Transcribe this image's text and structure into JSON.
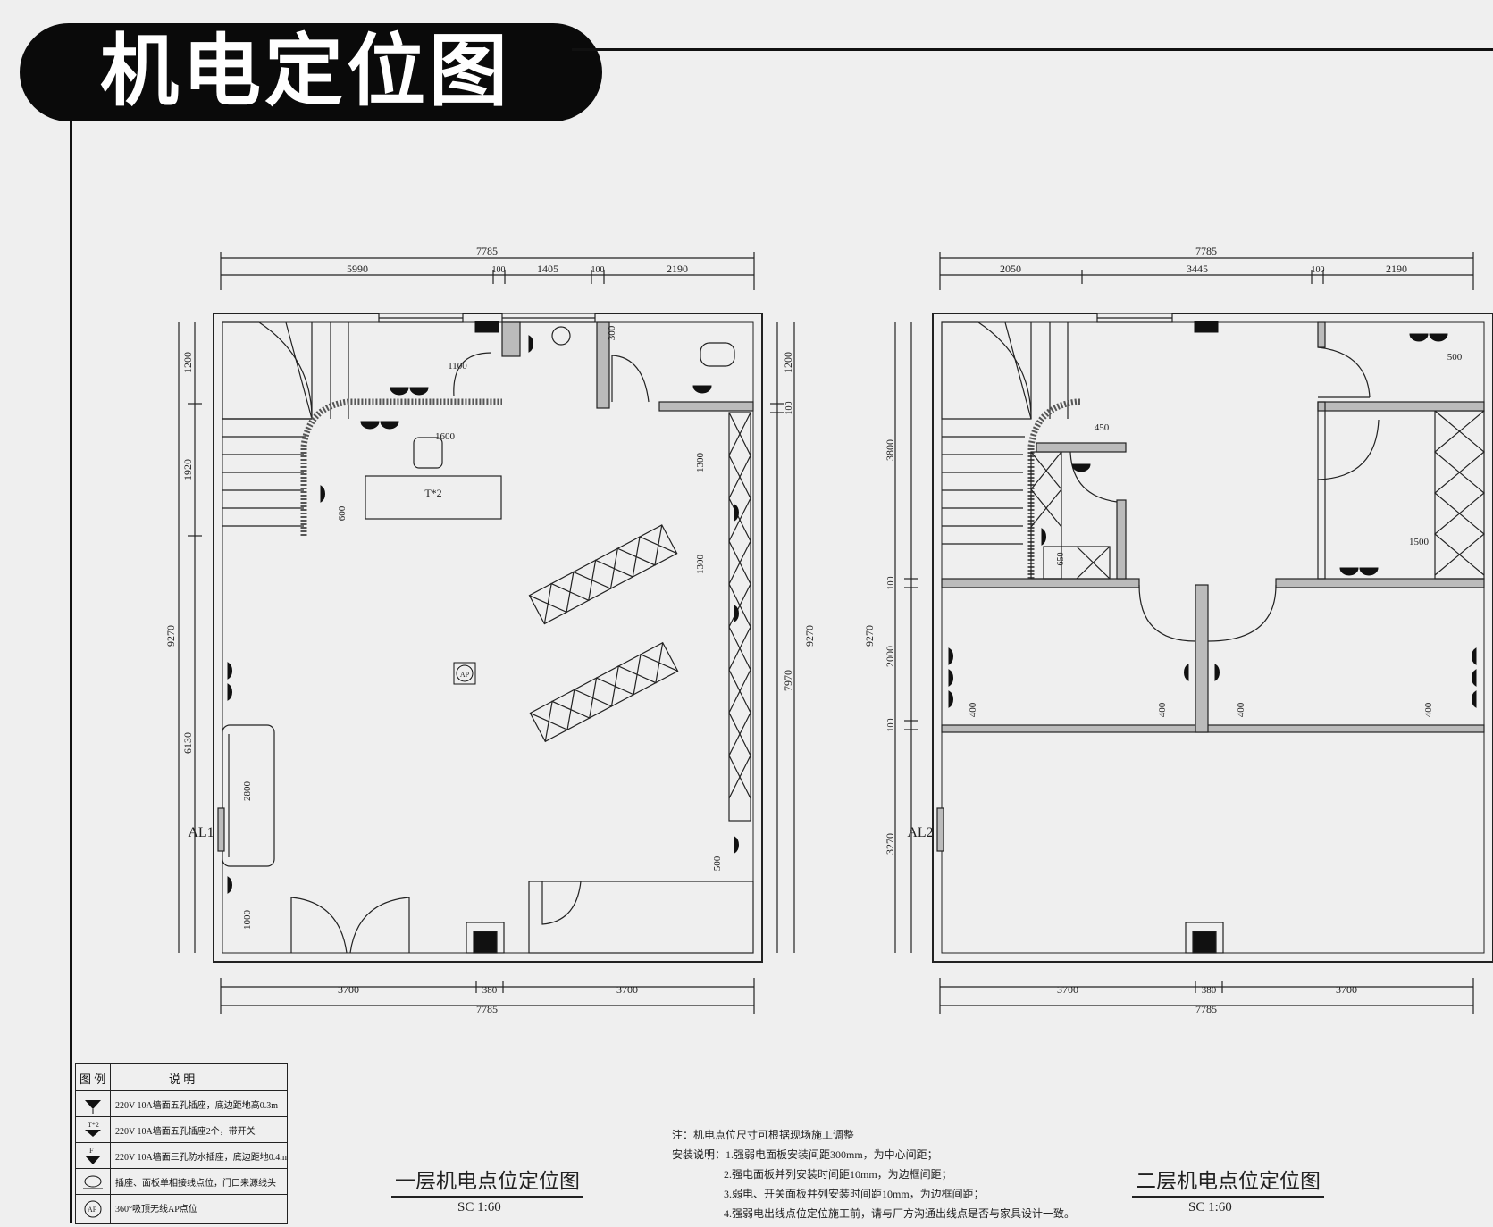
{
  "header": {
    "title": "机电定位图"
  },
  "plans": [
    {
      "title": "一层机电点位定位图",
      "scale": "SC 1:60",
      "panel_label": "AL1",
      "top_dims": {
        "overall": "7785",
        "segments": [
          "5990",
          "100",
          "1405",
          "100",
          "2190"
        ]
      },
      "bottom_dims": {
        "overall": "7785",
        "segments": [
          "3700",
          "380",
          "3700"
        ]
      },
      "left_dims": {
        "overall": "9270",
        "segments": [
          "1200",
          "1920",
          "6130"
        ]
      },
      "right_dims": {
        "overall": "9270",
        "segments": [
          "1200",
          "100",
          "7970"
        ]
      },
      "inner_dims": [
        "1100",
        "1600",
        "600",
        "300",
        "1300",
        "1300",
        "500",
        "2800",
        "1000"
      ]
    },
    {
      "title": "二层机电点位定位图",
      "scale": "SC 1:60",
      "panel_label": "AL2",
      "top_dims": {
        "overall": "7785",
        "segments": [
          "2050",
          "3445",
          "100",
          "2190"
        ]
      },
      "bottom_dims": {
        "overall": "7785",
        "segments": [
          "3700",
          "380",
          "3700"
        ]
      },
      "left_dims": {
        "overall": "9270",
        "segments": [
          "3800",
          "100",
          "2000",
          "100",
          "3270"
        ]
      },
      "inner_dims": [
        "450",
        "500",
        "1500",
        "400",
        "400",
        "400",
        "400",
        "650"
      ]
    }
  ],
  "legend": {
    "header": [
      "图 例",
      "说 明"
    ],
    "rows": [
      {
        "icon": "five-hole-socket-icon",
        "text": "220V 10A墙面五孔插座，底边距地高0.3m"
      },
      {
        "icon": "five-hole-socket-double-icon",
        "text": "220V 10A墙面五孔插座2个，带开关"
      },
      {
        "icon": "floor-socket-icon",
        "text": "220V 10A墙面三孔防水插座，底边距地0.4m"
      },
      {
        "icon": "network-tv-icon",
        "text": "插座、面板单相接线点位，门口来源线头"
      },
      {
        "icon": "ap-point-icon",
        "text": "360°吸顶无线AP点位"
      }
    ]
  },
  "notes": [
    "注：机电点位尺寸可根据现场施工调整",
    "安装说明：1.强弱电面板安装间距300mm，为中心间距；",
    "2.强电面板并列安装时间距10mm，为边框间距；",
    "3.弱电、开关面板并列安装时间距10mm，为边框间距；",
    "4.强弱电出线点位定位施工前，请与厂方沟通出线点是否与家具设计一致。"
  ],
  "symbols": {
    "ap_label": "AP",
    "table_label": "T*2"
  }
}
